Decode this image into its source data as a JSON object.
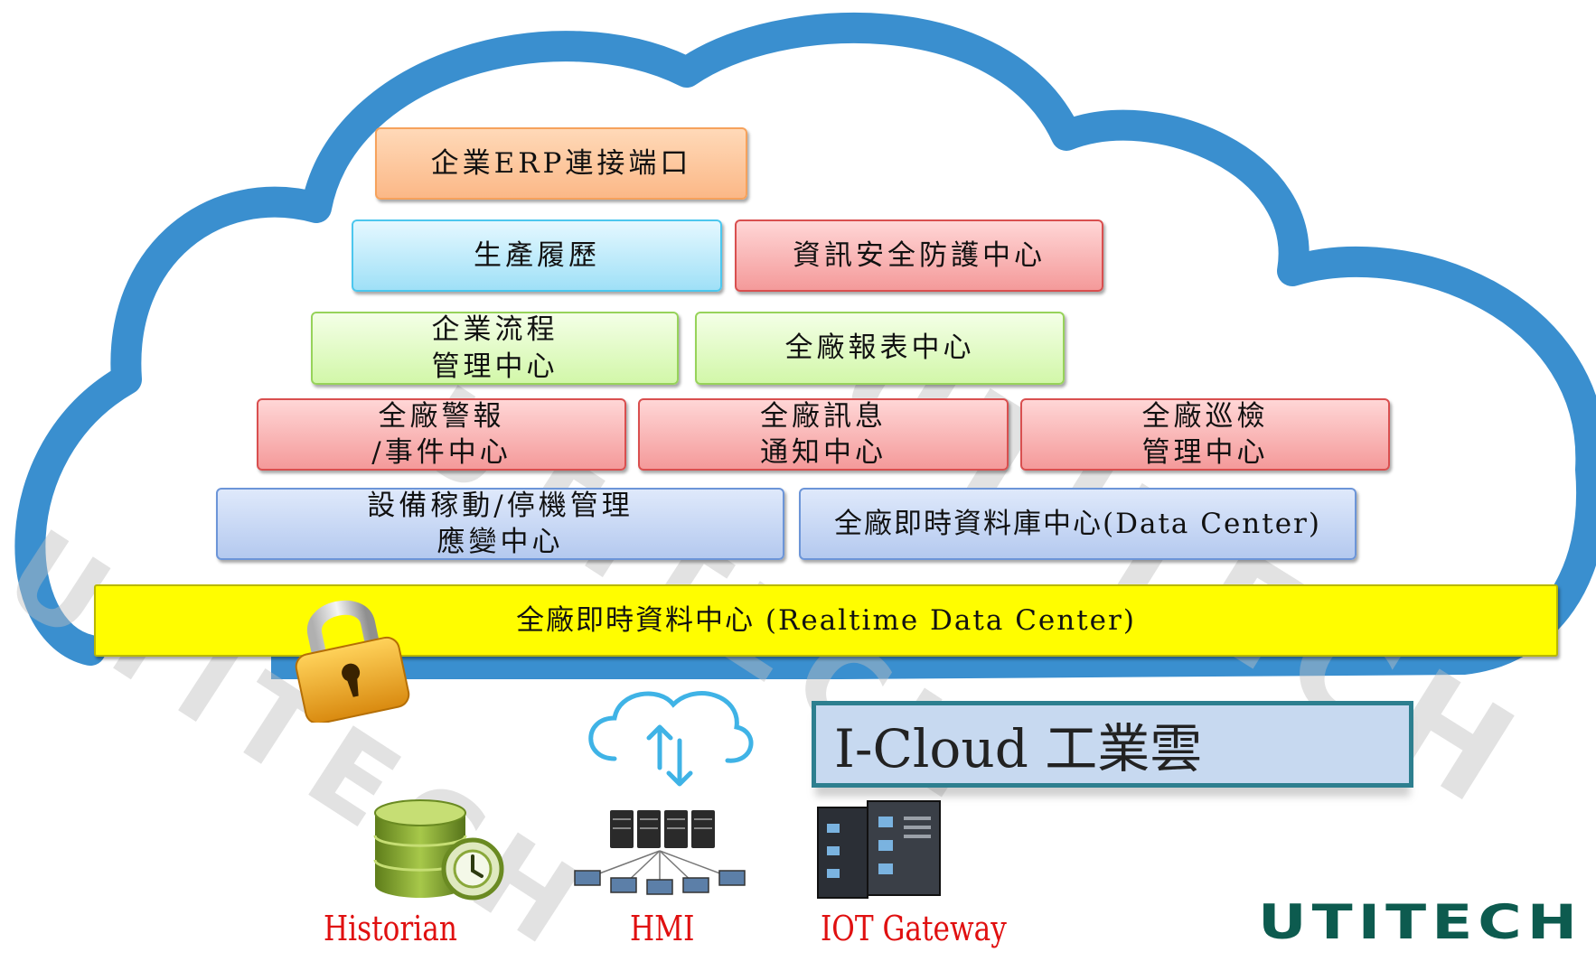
{
  "layers": {
    "erp_port": "企業ERP連接端口",
    "production_history": "生產履歷",
    "info_security": "資訊安全防護中心",
    "process_mgmt": "企業流程\n管理中心",
    "report_center": "全廠報表中心",
    "alarm_event": "全廠警報\n/事件中心",
    "message_notify": "全廠訊息\n通知中心",
    "patrol_mgmt": "全廠巡檢\n管理中心",
    "equipment_uptime": "設備稼動/停機管理\n應變中心",
    "realtime_db": "全廠即時資料庫中心(Data Center)",
    "realtime_data": "全廠即時資料中心 (Realtime Data Center)"
  },
  "title": "I-Cloud 工業雲",
  "devices": {
    "historian": "Historian",
    "hmi": "HMI",
    "iot_gateway": "IOT Gateway"
  },
  "brand": "UTITECH",
  "watermark": "UTITECH",
  "colors": {
    "cloud_outline": "#3a8fcf",
    "device_label": "#e01010",
    "brand": "#0d5b4f",
    "realtime_bar": "#fffd00"
  },
  "icons": [
    "padlock-icon",
    "cloud-sync-icon",
    "database-icon",
    "server-network-icon",
    "gateway-device-icon"
  ]
}
